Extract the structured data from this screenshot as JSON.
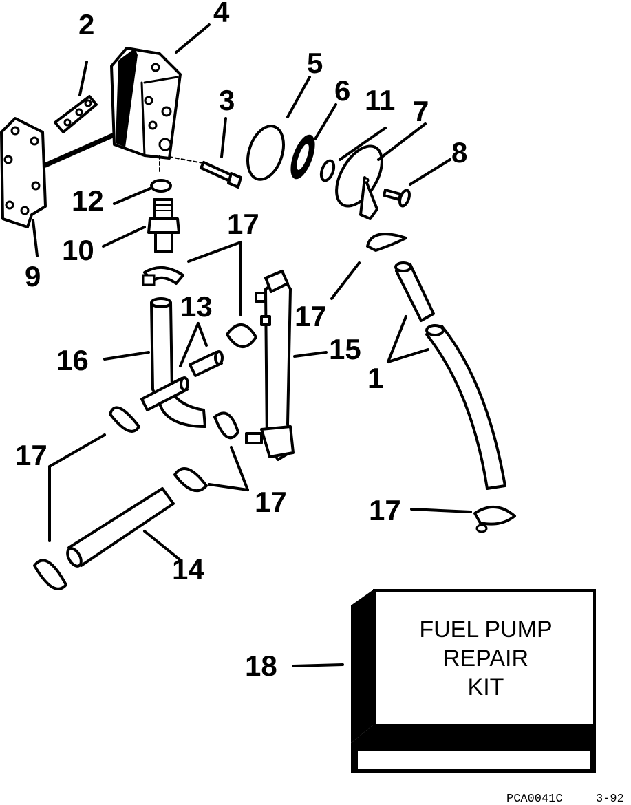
{
  "diagram": {
    "callouts": [
      "1",
      "2",
      "3",
      "4",
      "5",
      "6",
      "7",
      "8",
      "9",
      "10",
      "11",
      "12",
      "13",
      "14",
      "15",
      "16",
      "17",
      "18"
    ],
    "kit_label": [
      "FUEL PUMP",
      "REPAIR",
      "KIT"
    ],
    "reference": "PCA0041C",
    "date_code": "3-92"
  }
}
